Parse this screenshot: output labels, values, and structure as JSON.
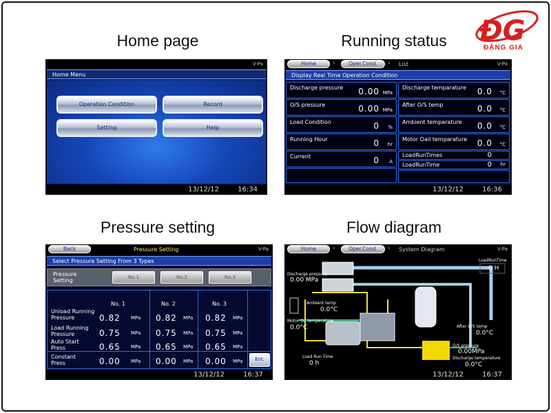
{
  "captions": {
    "home": "Home page",
    "running": "Running status",
    "pressure": "Pressure setting",
    "flow": "Flow diagram"
  },
  "logo": {
    "mark": "ĐG",
    "text": "ĐẶNG GIA",
    "color": "#d42020"
  },
  "common": {
    "units_indicator": "V-Pa"
  },
  "home": {
    "title": "Home Menu",
    "buttons": [
      "Operation Condition",
      "Record",
      "Setting",
      "Help"
    ],
    "date": "13/12/12",
    "time": "16:34"
  },
  "running": {
    "breadcrumb": [
      "Home",
      "Oper.Cond.",
      "List"
    ],
    "title": "Display Real Time Operation Condition",
    "left": [
      {
        "label": "Discharge pressure",
        "value": "0.00",
        "unit": "MPa"
      },
      {
        "label": "O/S pressure",
        "value": "0.00",
        "unit": "MPa"
      },
      {
        "label": "Load Condition",
        "value": "0",
        "unit": "%"
      },
      {
        "label": "Running Hour",
        "value": "0",
        "unit": "hr"
      },
      {
        "label": "Current",
        "value": "0",
        "unit": "A"
      }
    ],
    "right": [
      {
        "label": "Discharge temparature",
        "value": "0.0",
        "unit": "°C"
      },
      {
        "label": "After O/S temp",
        "value": "0.0",
        "unit": "°C"
      },
      {
        "label": "Ambient temparature",
        "value": "0.0",
        "unit": "°C"
      },
      {
        "label": "Motor Oail temparature",
        "value": "0.0",
        "unit": "°C"
      },
      {
        "label": "LoadRunTimes",
        "value": "0",
        "unit": ""
      },
      {
        "label": "LoadRunTime",
        "value": "0",
        "unit": "hr"
      }
    ],
    "date": "13/12/12",
    "time": "16:36"
  },
  "pressure": {
    "back": "Back",
    "header": "Pressure Setting",
    "subtitle": "Select Pressure Setting From 3 Types",
    "setting_label": "Pressure Setting",
    "setting_buttons": [
      "No.1",
      "No.2",
      "No.3"
    ],
    "columns": [
      "No. 1",
      "No. 2",
      "No. 3"
    ],
    "rows": [
      {
        "label": "Unload Running Pressure",
        "values": [
          "0.82",
          "0.82",
          "0.82"
        ],
        "unit": "MPa"
      },
      {
        "label": "Load Running Pressure",
        "values": [
          "0.75",
          "0.75",
          "0.75"
        ],
        "unit": "MPa"
      },
      {
        "label": "Auto Start Press",
        "values": [
          "0.65",
          "0.65",
          "0.65"
        ],
        "unit": "MPa"
      },
      {
        "label": "Constant Press",
        "values": [
          "0.00",
          "0.00",
          "0.00"
        ],
        "unit": "MPa"
      }
    ],
    "ent": "Ent.",
    "date": "13/12/12",
    "time": "16:37"
  },
  "flow": {
    "breadcrumb": [
      "Home",
      "Oper.Cond.",
      "System Diagram"
    ],
    "readouts": {
      "discharge_pressure": {
        "label": "Discharge pressure",
        "value": "0.00 MPa"
      },
      "ambient_temp": {
        "label": "Ambient temp",
        "value": "0.0°C"
      },
      "motor_temp": {
        "label": "Motor Oil temperature",
        "value": "0.0°C"
      },
      "load_time": {
        "label": "Load Run Time",
        "value": "0 h"
      },
      "top_right": {
        "label": "LoadRunTime",
        "value": "0 H"
      },
      "after_temp": {
        "label": "After O/S temp",
        "value": "0.0°C"
      },
      "os_pressure": {
        "label": "O/S pressure",
        "value": "0.00MPa"
      },
      "discharge_temp": {
        "label": "Discharge temperature",
        "value": "0.0°C"
      }
    },
    "date": "13/12/12",
    "time": "16:37"
  }
}
